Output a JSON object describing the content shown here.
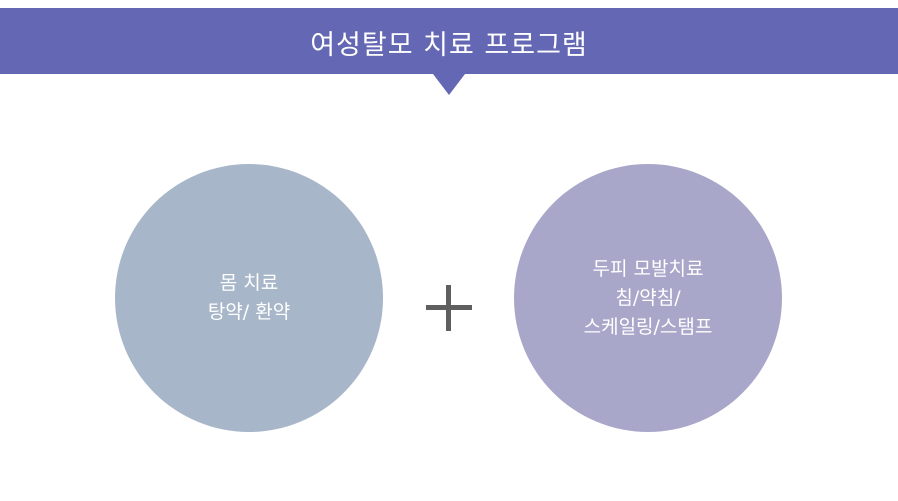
{
  "header": {
    "title": "여성탈모 치료 프로그램"
  },
  "left_circle": {
    "lines": [
      "몸 치료",
      "탕약/ 환약"
    ]
  },
  "right_circle": {
    "lines": [
      "두피 모발치료",
      "침/약침/",
      "스케일링/스탬프"
    ]
  },
  "plus": {
    "icon": "plus-icon"
  },
  "colors": {
    "banner": "#6467b3",
    "left_circle": "#a7b6c8",
    "right_circle": "#a9a7c9",
    "plus": "#5f5f5f"
  }
}
